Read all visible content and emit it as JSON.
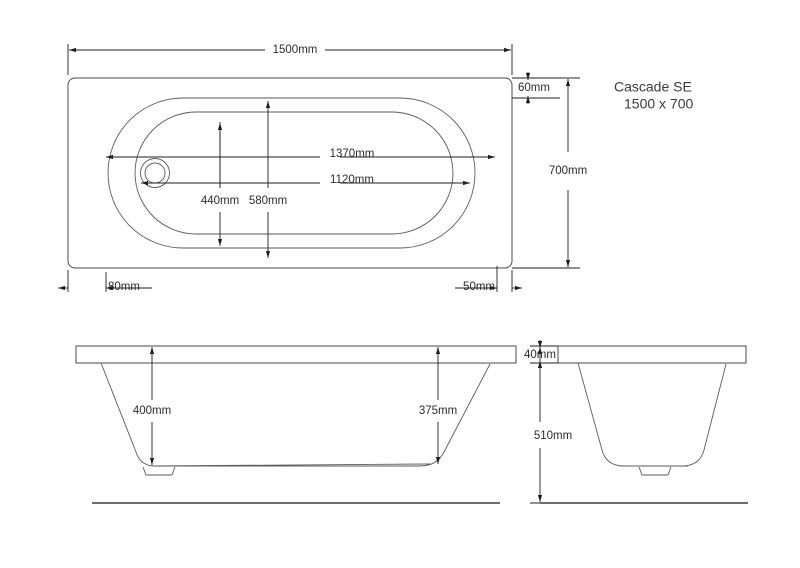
{
  "drawing": {
    "title_line1": "Cascade SE",
    "title_line2": "1500 x 700",
    "product": "Cascade SE",
    "nominal_size": "1500 x 700",
    "units": "mm",
    "line_color": "#4a4a52",
    "dimension_color": "#1f1f1f",
    "text_color": "#2b2b33",
    "background": "#ffffff"
  },
  "views": {
    "plan": {
      "name": "plan-view",
      "dimensions": {
        "overall_length": "1500mm",
        "overall_width": "700mm",
        "rim_width": "60mm",
        "inner_length_upper": "1370mm",
        "inner_length_lower": "1120mm",
        "waste_offset": "440mm",
        "inner_offset": "580mm",
        "left_margin": "80mm",
        "right_margin": "50mm"
      }
    },
    "front_elevation": {
      "name": "front-elevation-view",
      "dimensions": {
        "depth_left": "400mm",
        "depth_right": "375mm"
      }
    },
    "end_elevation": {
      "name": "end-elevation-view",
      "dimensions": {
        "rim_thickness": "40mm",
        "overall_height": "510mm"
      }
    }
  },
  "labels": {
    "d_1500": "1500mm",
    "d_700": "700mm",
    "d_60": "60mm",
    "d_1370": "1370mm",
    "d_1120": "1120mm",
    "d_440": "440mm",
    "d_580": "580mm",
    "d_80": "80mm",
    "d_50": "50mm",
    "d_400": "400mm",
    "d_375": "375mm",
    "d_40": "40mm",
    "d_510": "510mm"
  }
}
